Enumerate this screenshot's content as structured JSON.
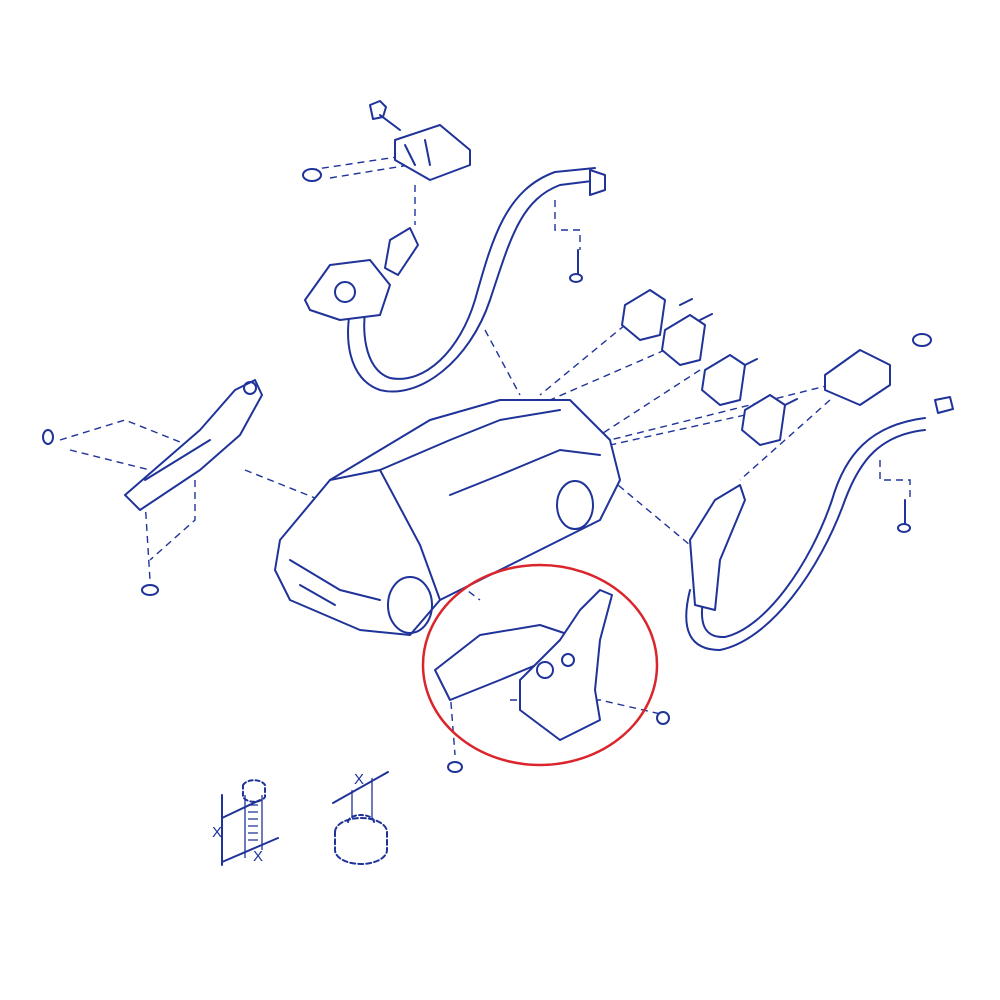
{
  "diagram": {
    "line_color": "#1f3399",
    "highlight_color": "#d9252b",
    "legend": {
      "bolt_label_height": "X",
      "bolt_label_width": "X",
      "nut_label_width": "X"
    }
  }
}
